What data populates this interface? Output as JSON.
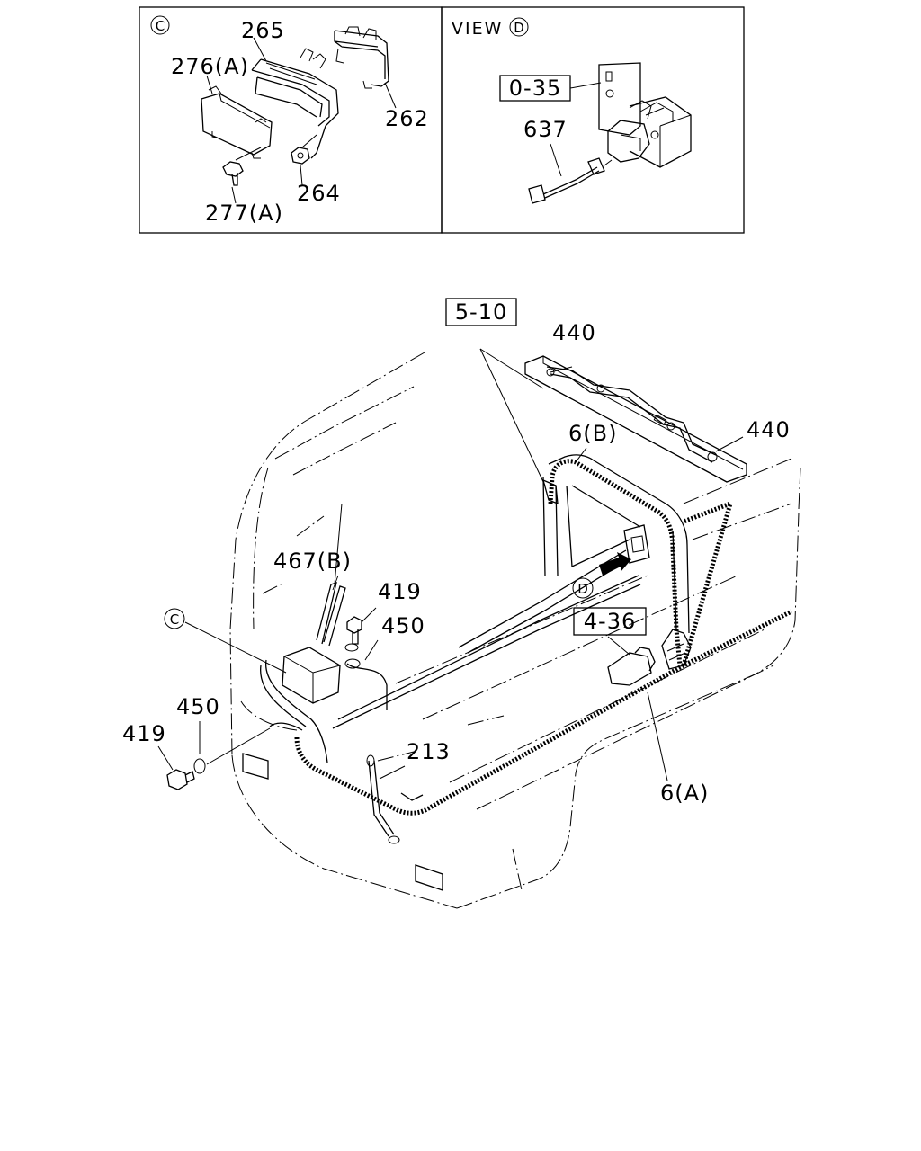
{
  "inset_c": {
    "marker": "C",
    "labels": {
      "p265": "265",
      "p276": "276(A)",
      "p262": "262",
      "p277": "277(A)",
      "p264": "264"
    }
  },
  "inset_d": {
    "title": "VIEW",
    "marker": "D",
    "ref_box": "0-35",
    "p637": "637"
  },
  "main": {
    "ref_5_10": "5-10",
    "ref_4_36": "4-36",
    "p440_top": "440",
    "p440_right": "440",
    "p6b": "6(B)",
    "p6a": "6(A)",
    "p467b": "467(B)",
    "p419_top": "419",
    "p450_top": "450",
    "p450_left": "450",
    "p419_left": "419",
    "p213": "213",
    "marker_c": "C",
    "marker_d": "D"
  }
}
